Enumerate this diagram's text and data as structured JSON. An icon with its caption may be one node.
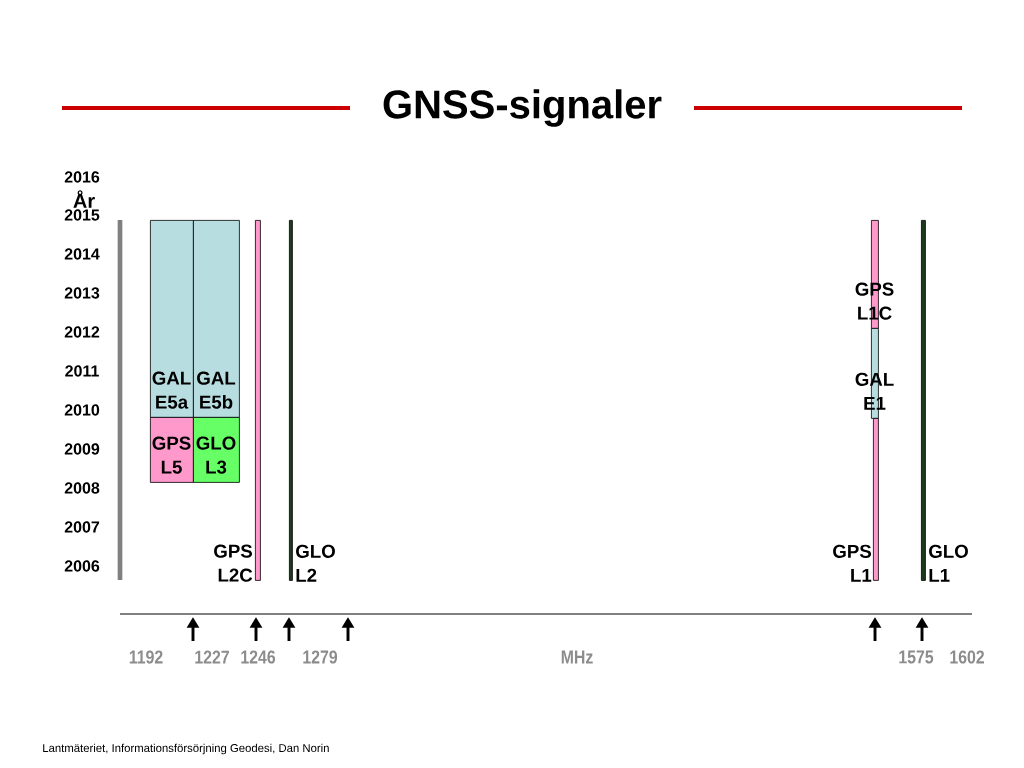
{
  "diagram": {
    "title": "GNSS-signaler",
    "nodes": [
      {
        "text": [
          "GAL E5a"
        ]
      },
      {
        "text": [
          "GAL E5b"
        ]
      },
      {
        "text": [
          "GPS L5"
        ]
      },
      {
        "text": [
          "GLO L3"
        ]
      },
      {
        "text": [],
        "shape": "bar",
        "beside": [
          "GPS L2C"
        ]
      },
      {
        "text": [],
        "shape": "bar",
        "beside": [
          "GLO L2"
        ]
      },
      {
        "text": [
          "GPS L1C"
        ]
      },
      {
        "text": [
          "GAL E1"
        ]
      },
      {
        "text": [],
        "shape": "bar",
        "beside": [
          "GPS L1"
        ]
      },
      {
        "text": [],
        "shape": "bar",
        "beside": [
          "GLO L1"
        ]
      }
    ],
    "labels": [
      "2016",
      "År",
      "2015",
      "2014",
      "2013",
      "2012",
      "2011",
      "2010",
      "2009",
      "2008",
      "2007",
      "2006",
      "1192",
      "1227",
      "1246",
      "1279",
      "MHz",
      "1575",
      "1602",
      "Lantmäteriet, Informationsförsörjning Geodesi, Dan Norin"
    ]
  }
}
